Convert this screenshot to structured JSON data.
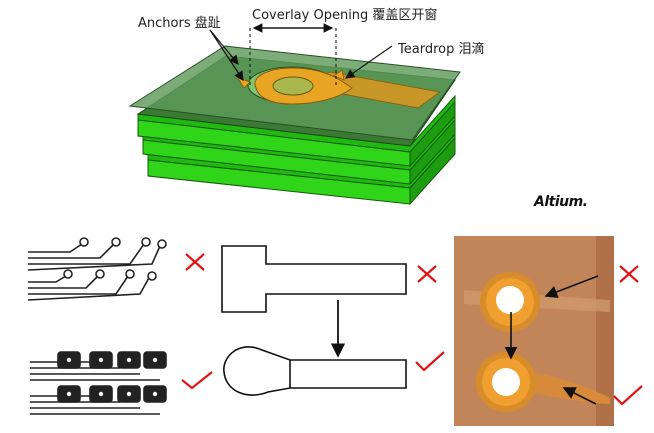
{
  "labels": {
    "anchors": "Anchors 盘趾",
    "coverlay": "Coverlay Opening 覆盖区开窗",
    "teardrop": "Teardrop 泪滴"
  },
  "brand": "Altium.",
  "colors": {
    "board_green": "#33d11a",
    "coverlay": "#4e8a4a",
    "copper": "#e8a523",
    "pad_photo_bg": "#c2855a",
    "cross": "#e01414",
    "check": "#e01414"
  },
  "marks": {
    "comb_top": "cross",
    "comb_bottom": "check",
    "pad_shape_top": "cross",
    "pad_shape_bottom": "check",
    "photo_top": "cross",
    "photo_bottom": "check"
  }
}
